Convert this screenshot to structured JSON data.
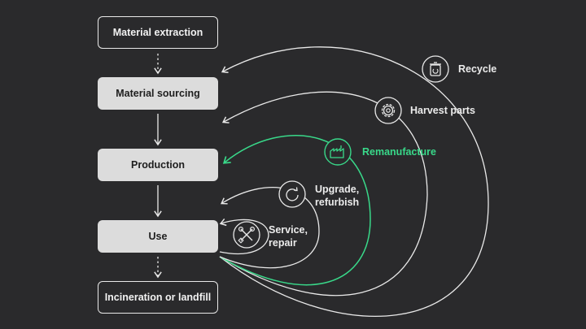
{
  "stages": {
    "extraction": "Material extraction",
    "sourcing": "Material sourcing",
    "production": "Production",
    "use": "Use",
    "disposal": "Incineration or landfill"
  },
  "loops": {
    "recycle": "Recycle",
    "harvest": "Harvest parts",
    "remanufacture": "Remanufacture",
    "upgrade_line1": "Upgrade,",
    "upgrade_line2": "refurbish",
    "service_line1": "Service,",
    "service_line2": "repair"
  },
  "icons": {
    "recycle": "recycle-bin-icon",
    "harvest": "gear-icon",
    "remanufacture": "factory-icon",
    "upgrade": "refresh-icon",
    "service": "tools-icon"
  },
  "colors": {
    "background": "#2a2a2c",
    "accent": "#39d98a",
    "line": "#e9e9e9",
    "box_fill": "#dcdcdc"
  }
}
